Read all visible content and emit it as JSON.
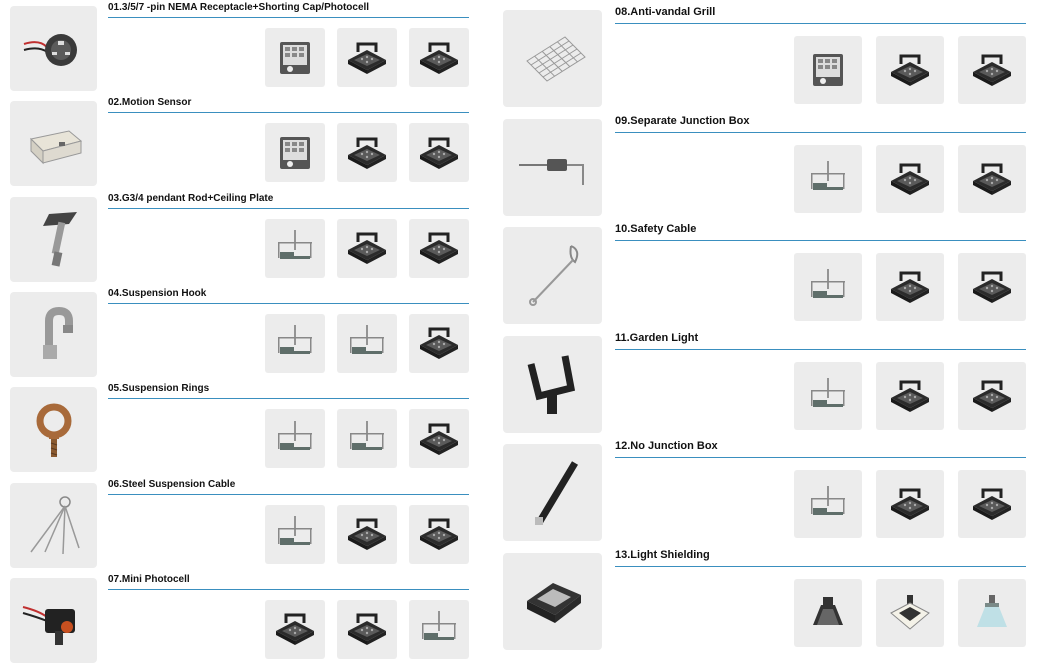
{
  "left_column": [
    {
      "title": "01.3/5/7 -pin NEMA Receptacle+Shorting Cap/Photocell",
      "thumb_icon": "nema-receptacle-icon",
      "variants": [
        "light-front-icon",
        "light-angle-icon",
        "light-angle-icon"
      ]
    },
    {
      "title": "02.Motion Sensor",
      "thumb_icon": "motion-sensor-icon",
      "variants": [
        "light-front-icon",
        "light-angle-icon",
        "light-angle-icon"
      ]
    },
    {
      "title": "03.G3/4 pendant Rod+Ceiling Plate",
      "thumb_icon": "pendant-rod-icon",
      "variants": [
        "light-side-icon",
        "light-angle-icon",
        "light-angle-icon"
      ]
    },
    {
      "title": "04.Suspension Hook",
      "thumb_icon": "suspension-hook-icon",
      "variants": [
        "light-side-icon",
        "light-side-icon",
        "light-angle-icon"
      ]
    },
    {
      "title": "05.Suspension Rings",
      "thumb_icon": "eye-bolt-ring-icon",
      "variants": [
        "light-side-icon",
        "light-side-icon",
        "light-angle-icon"
      ]
    },
    {
      "title": "06.Steel Suspension Cable",
      "thumb_icon": "steel-cable-icon",
      "variants": [
        "light-side-icon",
        "light-angle-icon",
        "light-angle-icon"
      ]
    },
    {
      "title": "07.Mini Photocell",
      "thumb_icon": "mini-photocell-icon",
      "variants": [
        "light-angle-icon",
        "light-angle-icon",
        "light-side-icon"
      ]
    }
  ],
  "right_column": [
    {
      "title": "08.Anti-vandal Grill",
      "thumb_icon": "grill-icon",
      "variants": [
        "light-front-icon",
        "light-angle-icon",
        "light-angle-icon"
      ]
    },
    {
      "title": "09.Separate Junction Box",
      "thumb_icon": "junction-box-icon",
      "variants": [
        "light-side-icon",
        "light-angle-icon",
        "light-angle-icon"
      ]
    },
    {
      "title": "10.Safety Cable",
      "thumb_icon": "safety-cable-icon",
      "variants": [
        "light-side-icon",
        "light-angle-icon",
        "light-angle-icon"
      ]
    },
    {
      "title": "11.Garden Light",
      "thumb_icon": "garden-bracket-icon",
      "variants": [
        "light-side-icon",
        "light-angle-icon",
        "light-angle-icon"
      ]
    },
    {
      "title": "12.No Junction Box",
      "thumb_icon": "rod-icon",
      "variants": [
        "light-side-icon",
        "light-angle-icon",
        "light-angle-icon"
      ]
    },
    {
      "title": "13.Light Shielding",
      "thumb_icon": "light-shield-icon",
      "variants": [
        "shield-dark-icon",
        "shield-white-icon",
        "shield-blue-icon"
      ]
    }
  ],
  "colors": {
    "rule": "#3a8fbf",
    "tile": "#ececec",
    "fixture": "#2b2b2b"
  }
}
